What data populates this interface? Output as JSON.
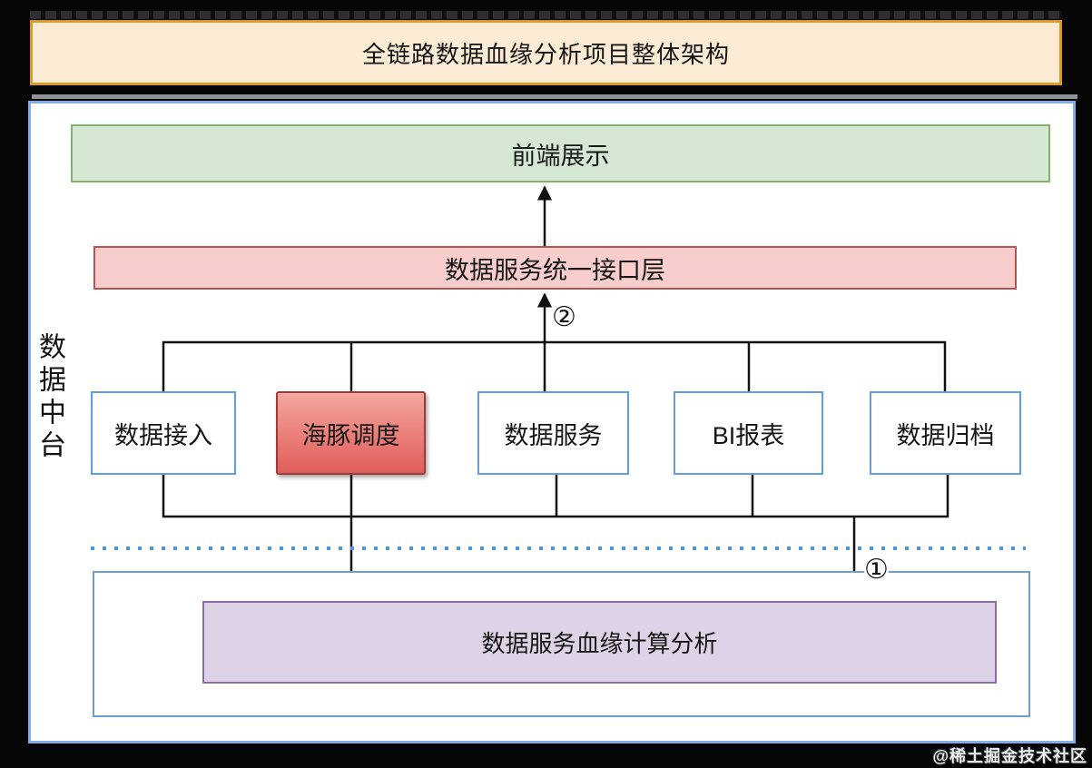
{
  "title": {
    "text": "全链路数据血缘分析项目整体架构"
  },
  "platform": {
    "side_label": "数据中台",
    "frontend_label": "前端展示",
    "interface_label": "数据服务统一接口层",
    "modules": [
      {
        "label": "数据接入",
        "highlight": false
      },
      {
        "label": "海豚调度",
        "highlight": true
      },
      {
        "label": "数据服务",
        "highlight": false
      },
      {
        "label": "BI报表",
        "highlight": false
      },
      {
        "label": "数据归档",
        "highlight": false
      }
    ]
  },
  "lineage_section": {
    "label": "数据服务血缘计算分析"
  },
  "annotations": {
    "step1": "①",
    "step2": "②"
  },
  "watermark": "@稀土掘金技术社区",
  "colors": {
    "page_background": "#060606",
    "title_border": "#d79b2a",
    "title_fill": "#fcecd5",
    "container_border": "#84ace9",
    "frontend_fill": "#d5e8d4",
    "frontend_border": "#82b366",
    "interface_fill": "#f8cecc",
    "interface_border": "#b85450",
    "module_border": "#5f9fe0",
    "dolphin_gradient_top": "#f4a7a1",
    "dolphin_gradient_bottom": "#e05e59",
    "dolphin_border": "#9e3b38",
    "lineage_fill": "#ded3e6",
    "lineage_border": "#8d6ba5",
    "dotted_separator": "#4d96d9",
    "connector_line": "#111111"
  }
}
